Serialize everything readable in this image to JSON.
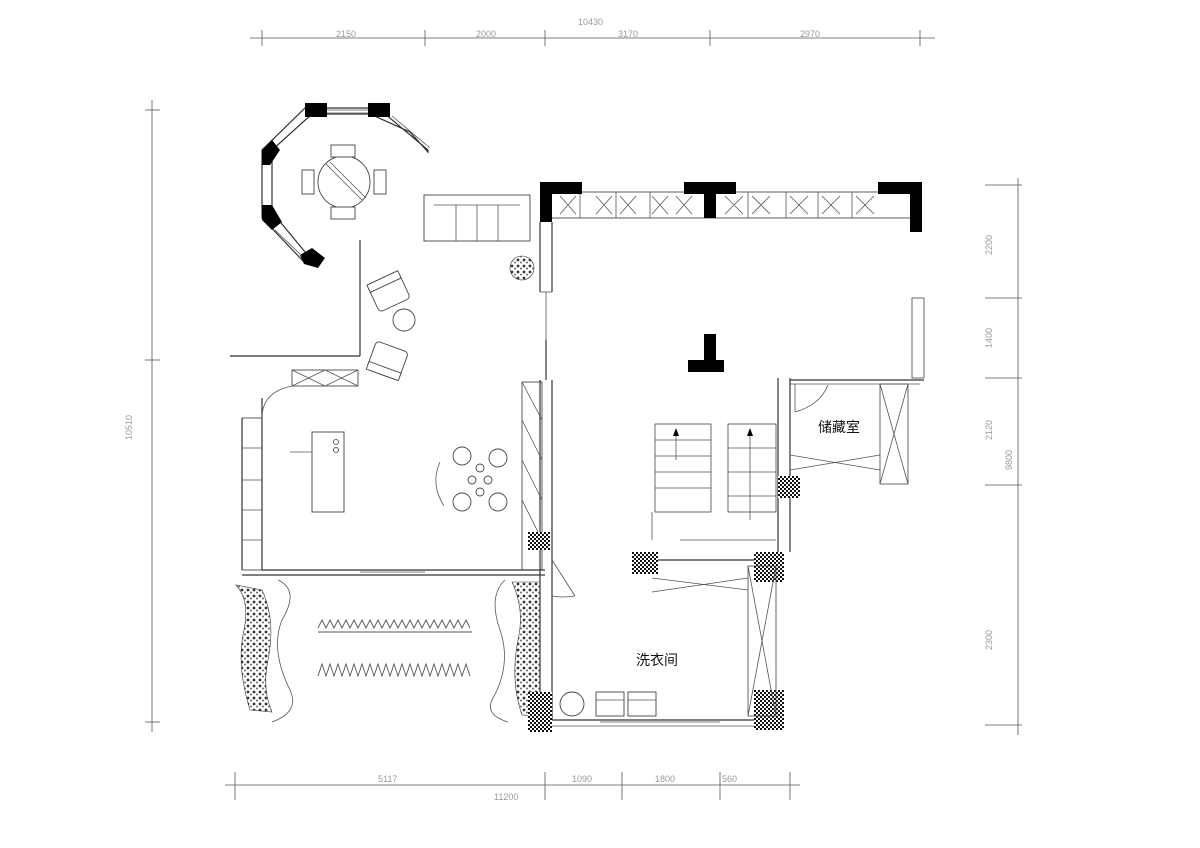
{
  "rooms": {
    "storage_label": "储藏室",
    "laundry_label": "洗衣间"
  },
  "dimensions": {
    "top_overall": "10430",
    "top_segments": [
      "2150",
      "2000",
      "3170",
      "2970"
    ],
    "left_overall": "10510",
    "right_overall": "9800",
    "right_segments": [
      "2200",
      "1400",
      "2120",
      "2300"
    ],
    "bottom_overall": "11200",
    "bottom_segments": [
      "5117",
      "1090",
      "1800",
      "560"
    ]
  },
  "colors": {
    "wall": "#000000",
    "column_hatch": "#111111",
    "line": "#444444",
    "dim_text": "#9a9a9a"
  }
}
